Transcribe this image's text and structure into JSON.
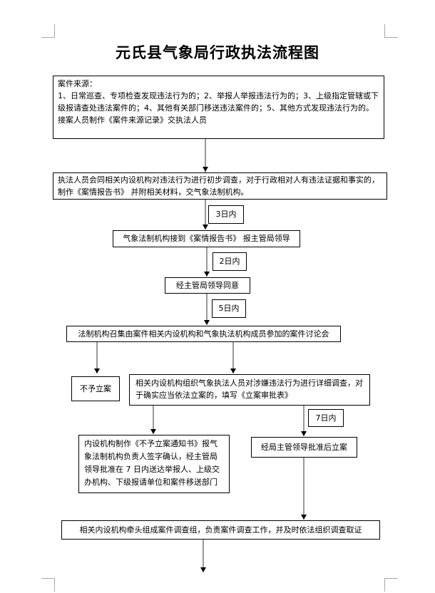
{
  "title": "元氏县气象局行政执法流程图",
  "steps": {
    "case_source": {
      "heading": "案件来源：",
      "body": "1、日常巡查、专项检查发现违法行为的；2、举报人举报违法行为的；3、上级指定管辖或下级报请查处违法案件的；4、其他有关部门移送违法案件的；5、其他方式发现违法行为的。",
      "footer": "接案人员制作《案件来源记录》交执法人员"
    },
    "preliminary_investigation": "执法人员会同相关内设机构对违法行为进行初步调查，对于行政相对人有违法证据和事实的，制作《案情报告书》 并附相关材料，交气象法制机构。",
    "report_to_leader": "气象法制机构接到《案情报告书》 报主管局领导",
    "leader_approval": "经主管局领导同意",
    "case_discussion": "法制机构召集由案件相关内设机构和气象执法机构成员参加的案件讨论会",
    "no_filing": "不予立案",
    "detailed_investigation": "相关内设机构组织气象执法人员对涉嫌违法行为进行详细调查，对于确实应当依法立案的，填写《立案审批表》",
    "no_filing_notice": "内设机构制作《不予立案通知书》报气象法制机构负责人签字确认，经主管局领导批准在 7 日内送达举报人、上级交办机构、下级报请单位和案件移送部门",
    "filing_approved": "经局主管领导批准后立案",
    "investigation_team": "相关内设机构牵头组成案件调查组，负责案件调查工作，并及时依法组织调查取证"
  },
  "time_limits": {
    "t1": "3日内",
    "t2": "2日内",
    "t3": "5日内",
    "t4": "7日内"
  }
}
